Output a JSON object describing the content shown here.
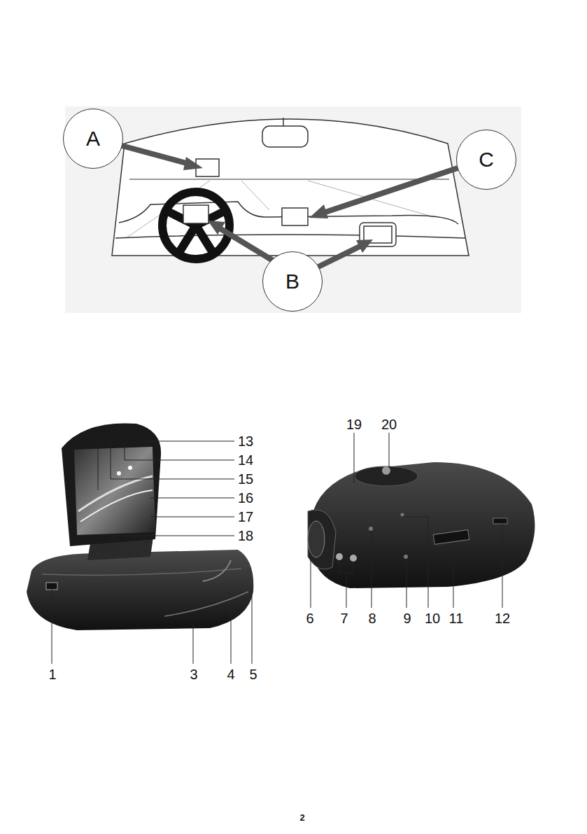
{
  "diagram": {
    "nodes": [
      {
        "text": [
          "A"
        ]
      },
      {
        "text": [
          "C"
        ]
      },
      {
        "text": [
          "B"
        ]
      }
    ],
    "labels": [
      "13",
      "14",
      "15",
      "16",
      "17",
      "18",
      "1",
      "3",
      "4",
      "5",
      "19",
      "20",
      "6",
      "7",
      "8",
      "9",
      "10",
      "11",
      "12",
      "2"
    ]
  }
}
